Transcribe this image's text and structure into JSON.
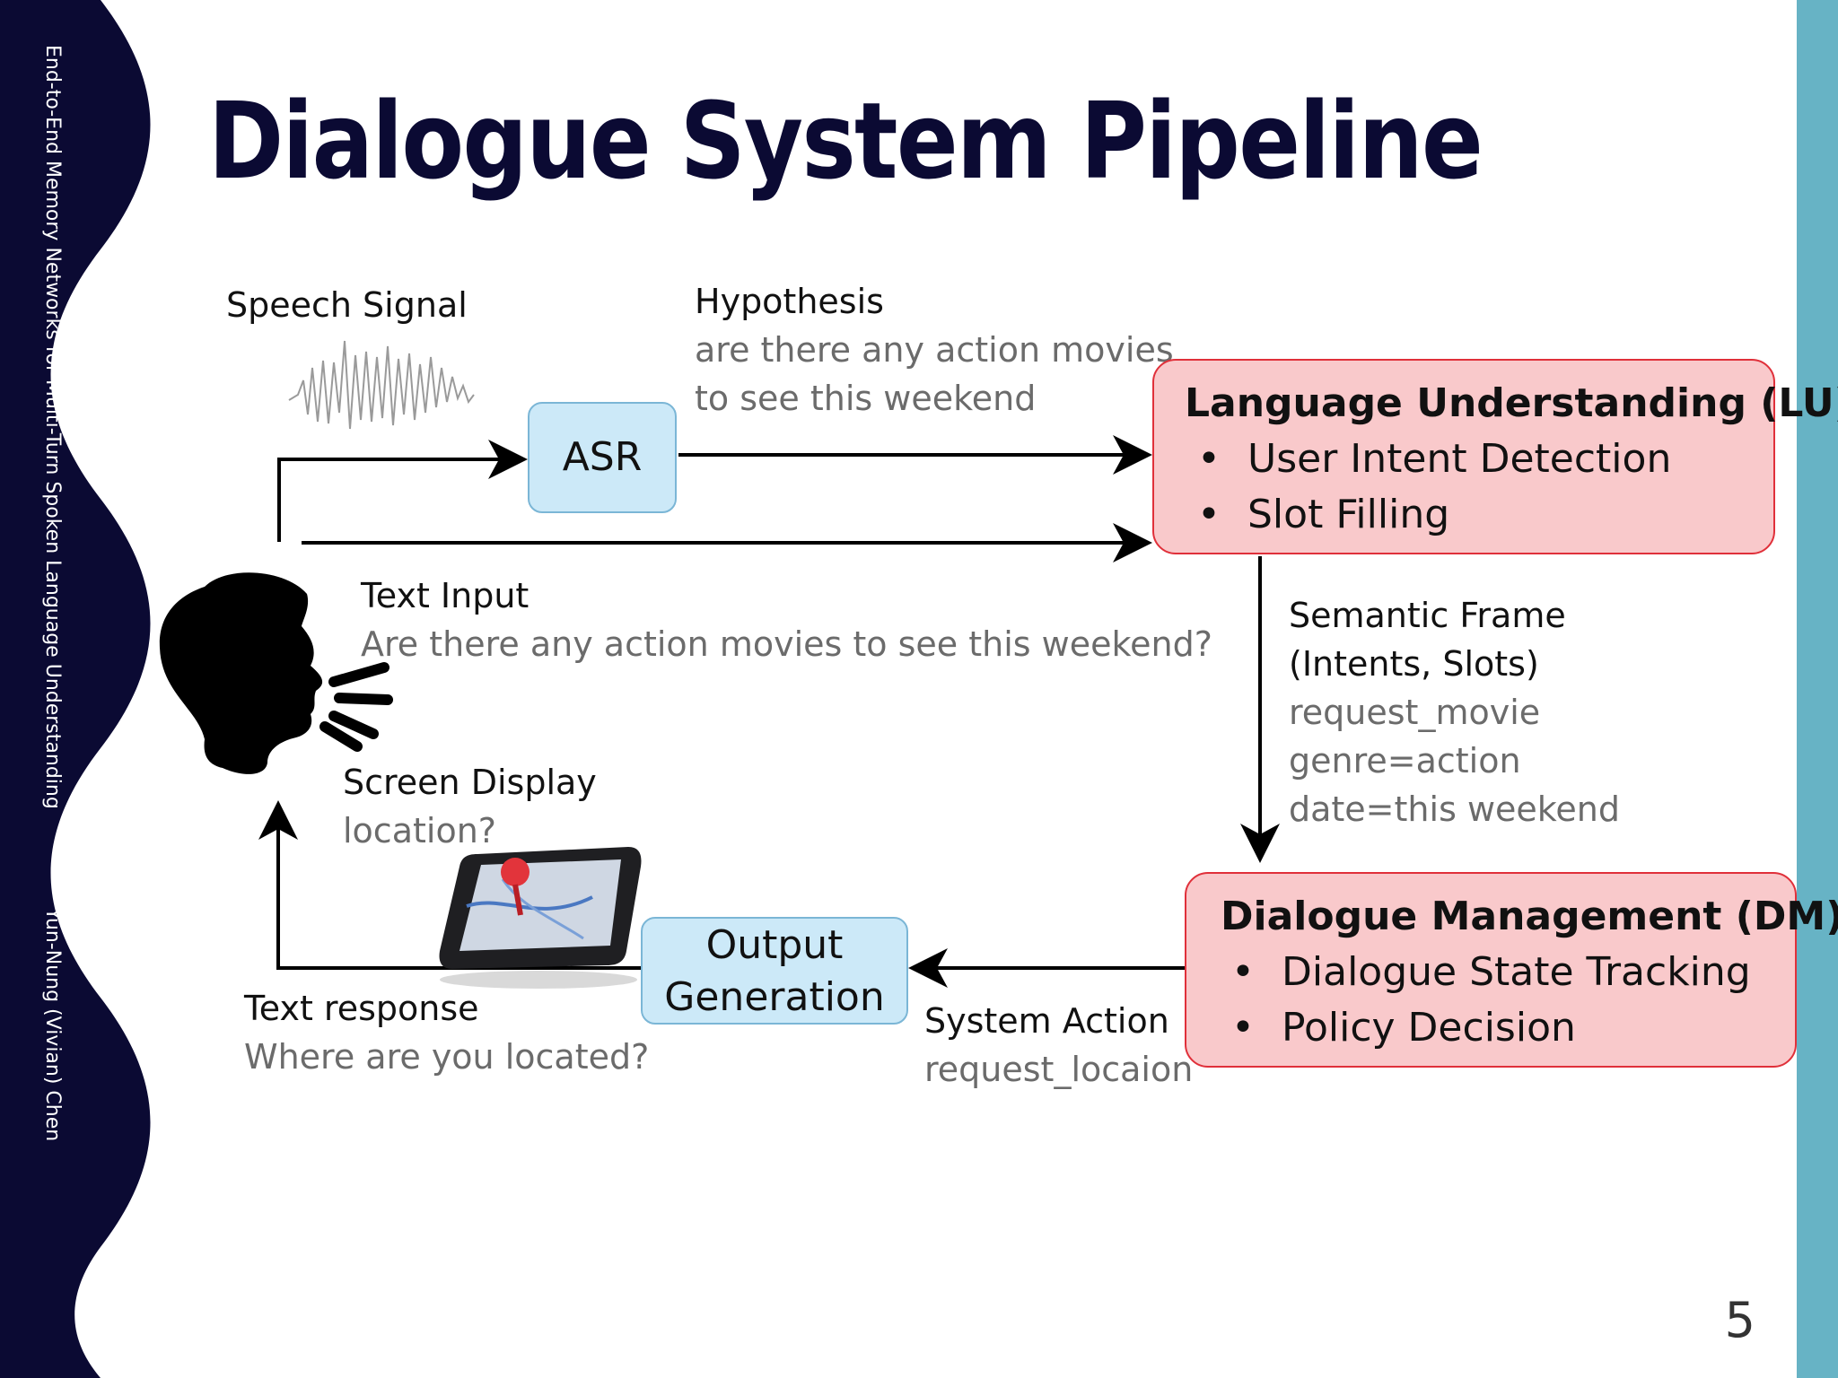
{
  "slide": {
    "title": "Dialogue System Pipeline",
    "sidebar_paper_title": "End-to-End Memory Networks for Multi-Turn Spoken Language Understanding",
    "sidebar_author": "Yun-Nung (Vivian) Chen",
    "page_number": "5"
  },
  "colors": {
    "dark_navy": "#0b0a33",
    "accent_teal": "#67b3c5",
    "box_blue_fill": "#cce9f8",
    "box_pink_fill": "#f9c9cb",
    "box_pink_border": "#e0303a"
  },
  "speech_signal": {
    "label": "Speech Signal"
  },
  "hypothesis": {
    "label": "Hypothesis",
    "line1": "are there any action movies",
    "line2": "to see this weekend"
  },
  "asr": {
    "label": "ASR"
  },
  "lu": {
    "title": "Language Understanding (LU)",
    "items": [
      "User Intent Detection",
      "Slot Filling"
    ]
  },
  "text_input": {
    "label": "Text Input",
    "value": "Are there any action movies to see this weekend?"
  },
  "semantic_frame": {
    "label1": "Semantic Frame",
    "label2": "(Intents, Slots)",
    "values": [
      "request_movie",
      "genre=action",
      "date=this weekend"
    ]
  },
  "screen_display": {
    "label": "Screen Display",
    "value": "location?"
  },
  "dm": {
    "title": "Dialogue Management (DM)",
    "items": [
      "Dialogue State Tracking",
      "Policy Decision"
    ]
  },
  "output_generation": {
    "line1": "Output",
    "line2": "Generation"
  },
  "text_response": {
    "label": "Text response",
    "value": "Where are you located?"
  },
  "system_action": {
    "label": "System Action",
    "value": "request_locaion"
  },
  "bullet_char": "•"
}
